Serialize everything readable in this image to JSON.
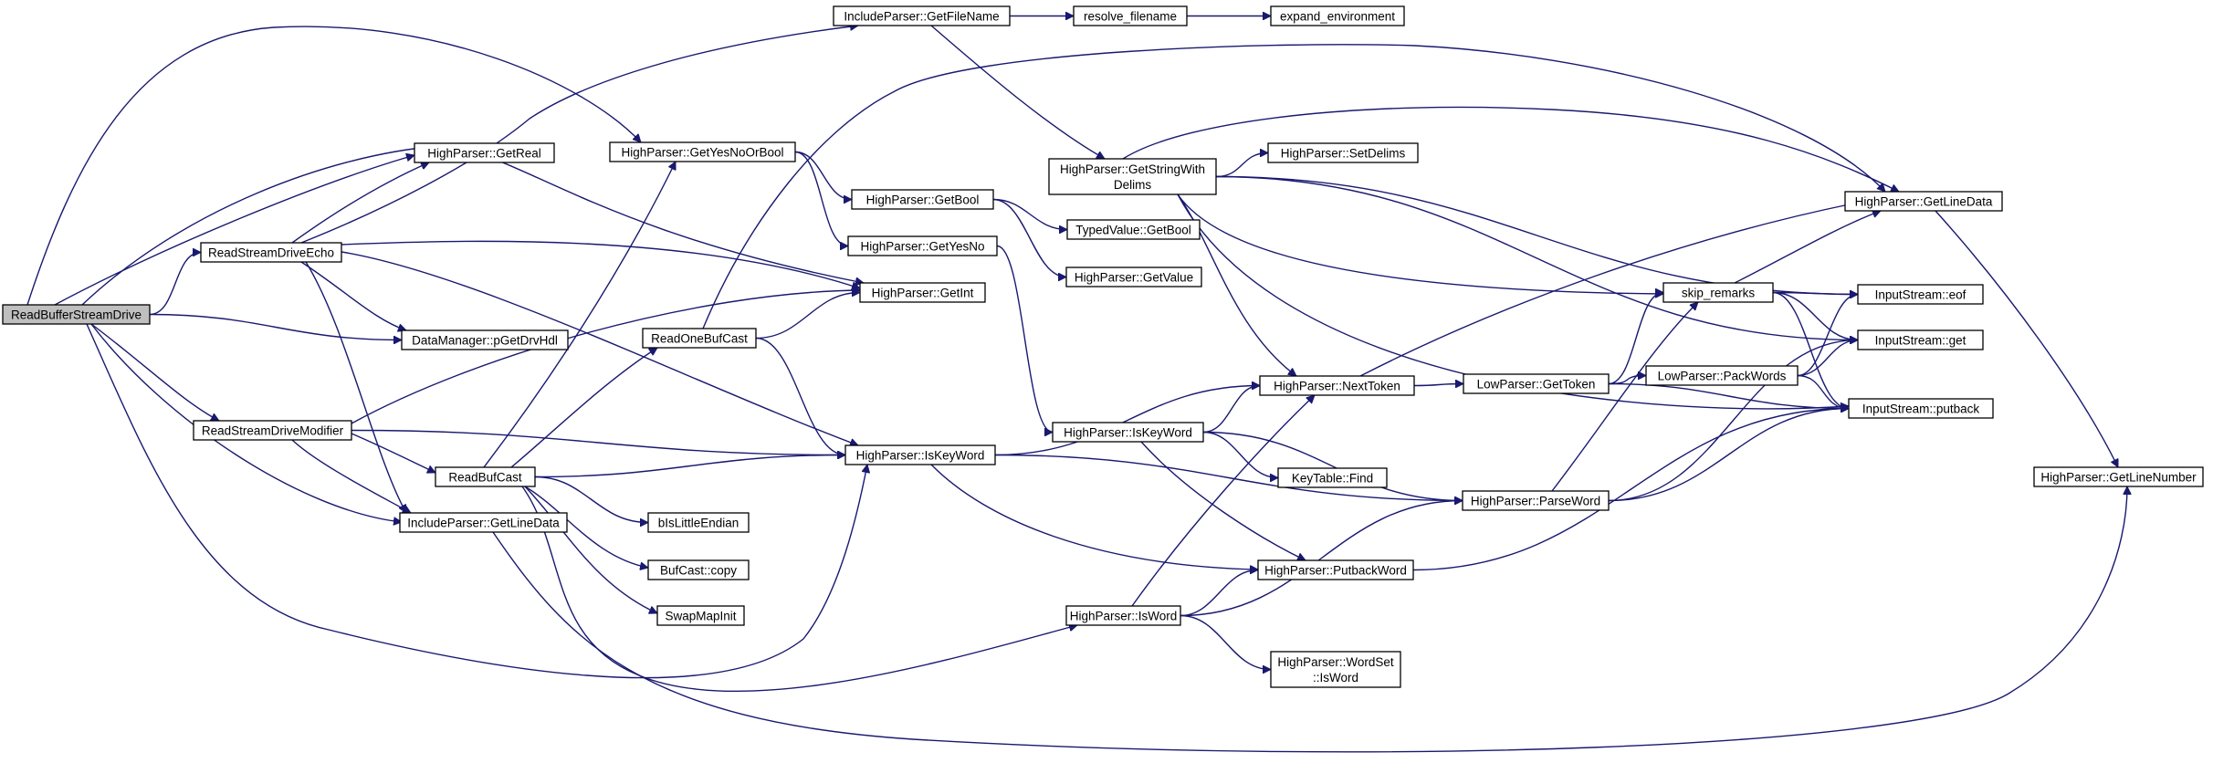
{
  "graph": {
    "edge_color": "#191970",
    "highlight_fill": "#bfbfbf",
    "node_fill": "#ffffff",
    "nodes": [
      {
        "id": "rbsd",
        "lines": [
          "ReadBufferStreamDrive"
        ],
        "highlight": true
      },
      {
        "id": "rsde",
        "lines": [
          "ReadStreamDriveEcho"
        ]
      },
      {
        "id": "rsdm",
        "lines": [
          "ReadStreamDriveModifier"
        ]
      },
      {
        "id": "ipgfn",
        "lines": [
          "IncludeParser::GetFileName"
        ]
      },
      {
        "id": "resfn",
        "lines": [
          "resolve_filename"
        ]
      },
      {
        "id": "expenv",
        "lines": [
          "expand_environment"
        ]
      },
      {
        "id": "hpgr",
        "lines": [
          "HighParser::GetReal"
        ]
      },
      {
        "id": "hpgynob",
        "lines": [
          "HighParser::GetYesNoOrBool"
        ]
      },
      {
        "id": "hpgswd",
        "lines": [
          "HighParser::GetStringWith",
          "Delims"
        ]
      },
      {
        "id": "hpsd",
        "lines": [
          "HighParser::SetDelims"
        ]
      },
      {
        "id": "hpgld",
        "lines": [
          "HighParser::GetLineData"
        ]
      },
      {
        "id": "hpgb",
        "lines": [
          "HighParser::GetBool"
        ]
      },
      {
        "id": "tvgb",
        "lines": [
          "TypedValue::GetBool"
        ]
      },
      {
        "id": "hpgyn",
        "lines": [
          "HighParser::GetYesNo"
        ]
      },
      {
        "id": "hpgv",
        "lines": [
          "HighParser::GetValue"
        ]
      },
      {
        "id": "hpgi",
        "lines": [
          "HighParser::GetInt"
        ]
      },
      {
        "id": "dmpgdh",
        "lines": [
          "DataManager::pGetDrvHdl"
        ]
      },
      {
        "id": "robc",
        "lines": [
          "ReadOneBufCast"
        ]
      },
      {
        "id": "skiprem",
        "lines": [
          "skip_remarks"
        ]
      },
      {
        "id": "iseof",
        "lines": [
          "InputStream::eof"
        ]
      },
      {
        "id": "isget",
        "lines": [
          "InputStream::get"
        ]
      },
      {
        "id": "isputback",
        "lines": [
          "InputStream::putback"
        ]
      },
      {
        "id": "lpgt",
        "lines": [
          "LowParser::GetToken"
        ]
      },
      {
        "id": "lppw",
        "lines": [
          "LowParser::PackWords"
        ]
      },
      {
        "id": "hpnt",
        "lines": [
          "HighParser::NextToken"
        ]
      },
      {
        "id": "hpikw2",
        "lines": [
          "HighParser::IsKeyWord"
        ]
      },
      {
        "id": "rbc",
        "lines": [
          "ReadBufCast"
        ]
      },
      {
        "id": "hpikw",
        "lines": [
          "HighParser::IsKeyWord"
        ]
      },
      {
        "id": "ktf",
        "lines": [
          "KeyTable::Find"
        ]
      },
      {
        "id": "hppw",
        "lines": [
          "HighParser::ParseWord"
        ]
      },
      {
        "id": "hpgln",
        "lines": [
          "HighParser::GetLineNumber"
        ]
      },
      {
        "id": "ipgld",
        "lines": [
          "IncludeParser::GetLineData"
        ]
      },
      {
        "id": "bile",
        "lines": [
          "bIsLittleEndian"
        ]
      },
      {
        "id": "bccopy",
        "lines": [
          "BufCast::copy"
        ]
      },
      {
        "id": "hppbw",
        "lines": [
          "HighParser::PutbackWord"
        ]
      },
      {
        "id": "smi",
        "lines": [
          "SwapMapInit"
        ]
      },
      {
        "id": "hpiw",
        "lines": [
          "HighParser::IsWord"
        ]
      },
      {
        "id": "hpwsiw",
        "lines": [
          "HighParser::WordSet",
          "::IsWord"
        ]
      }
    ],
    "edges": [
      [
        "rbsd",
        "rsde"
      ],
      [
        "rbsd",
        "hpgr"
      ],
      [
        "rbsd",
        "hpgynob"
      ],
      [
        "rbsd",
        "hpgi"
      ],
      [
        "rbsd",
        "dmpgdh"
      ],
      [
        "rbsd",
        "rsdm"
      ],
      [
        "rbsd",
        "ipgld"
      ],
      [
        "rbsd",
        "hpikw"
      ],
      [
        "rsde",
        "ipgfn"
      ],
      [
        "rsde",
        "hpgr"
      ],
      [
        "rsde",
        "hpgi"
      ],
      [
        "rsde",
        "dmpgdh"
      ],
      [
        "rsde",
        "ipgld"
      ],
      [
        "rsde",
        "hpikw"
      ],
      [
        "rsdm",
        "hpgi"
      ],
      [
        "rsdm",
        "rbc"
      ],
      [
        "rsdm",
        "hpikw"
      ],
      [
        "rsdm",
        "ipgld"
      ],
      [
        "ipgfn",
        "resfn"
      ],
      [
        "ipgfn",
        "hpgswd"
      ],
      [
        "resfn",
        "expenv"
      ],
      [
        "hpgynob",
        "hpgb"
      ],
      [
        "hpgynob",
        "hpgyn"
      ],
      [
        "hpgswd",
        "hpsd"
      ],
      [
        "hpgswd",
        "hpgld"
      ],
      [
        "hpgswd",
        "iseof"
      ],
      [
        "hpgswd",
        "isget"
      ],
      [
        "hpgswd",
        "isputback"
      ],
      [
        "hpgswd",
        "skiprem"
      ],
      [
        "hpgswd",
        "hpnt"
      ],
      [
        "hpgld",
        "hpgln"
      ],
      [
        "hpgb",
        "tvgb"
      ],
      [
        "hpgb",
        "hpgv"
      ],
      [
        "hpgyn",
        "hpikw2"
      ],
      [
        "robc",
        "hpgi"
      ],
      [
        "robc",
        "hpikw"
      ],
      [
        "robc",
        "hpgld"
      ],
      [
        "rbc",
        "hpgynob"
      ],
      [
        "rbc",
        "robc"
      ],
      [
        "rbc",
        "hpikw"
      ],
      [
        "rbc",
        "bile"
      ],
      [
        "rbc",
        "bccopy"
      ],
      [
        "rbc",
        "smi"
      ],
      [
        "rbc",
        "hpiw"
      ],
      [
        "hpikw",
        "hpnt"
      ],
      [
        "hpikw",
        "hppw"
      ],
      [
        "hpikw",
        "hppbw"
      ],
      [
        "hpikw2",
        "hpnt"
      ],
      [
        "hpikw2",
        "ktf"
      ],
      [
        "hpikw2",
        "hppw"
      ],
      [
        "hpikw2",
        "hppbw"
      ],
      [
        "hpnt",
        "lpgt"
      ],
      [
        "hpnt",
        "hpgld"
      ],
      [
        "lpgt",
        "skiprem"
      ],
      [
        "lpgt",
        "lppw"
      ],
      [
        "lpgt",
        "isputback"
      ],
      [
        "lppw",
        "iseof"
      ],
      [
        "lppw",
        "isget"
      ],
      [
        "lppw",
        "isputback"
      ],
      [
        "skiprem",
        "hpgld"
      ],
      [
        "skiprem",
        "iseof"
      ],
      [
        "skiprem",
        "isget"
      ],
      [
        "skiprem",
        "isputback"
      ],
      [
        "hppw",
        "skiprem"
      ],
      [
        "hppw",
        "isget"
      ],
      [
        "hppw",
        "isputback"
      ],
      [
        "hppbw",
        "isputback"
      ],
      [
        "hpiw",
        "hpnt"
      ],
      [
        "hpiw",
        "hppbw"
      ],
      [
        "hpiw",
        "hppw"
      ],
      [
        "hpiw",
        "hpwsiw"
      ],
      [
        "ipgld",
        "hpgln"
      ]
    ]
  }
}
